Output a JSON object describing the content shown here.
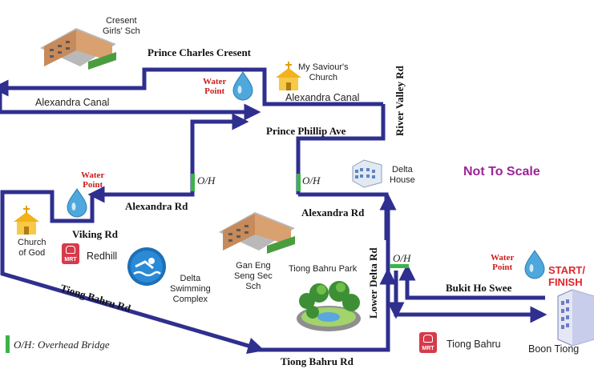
{
  "legend": {
    "note": "Not To Scale",
    "overhead_bridge": "O/H: Overhead Bridge",
    "overhead_marker_color": "#3cb34a"
  },
  "colors": {
    "route": "#2f2f8f",
    "water_text": "#cc1d1d",
    "start_text": "#e0262a",
    "not_to_scale": "#9b2596",
    "mrt": "#d63a4b"
  },
  "roads": {
    "prince_charles": "Prince Charles Cresent",
    "prince_phillip": "Prince Phillip Ave",
    "alexandra_rd_left": "Alexandra Rd",
    "alexandra_rd_right": "Alexandra Rd",
    "viking_rd": "Viking Rd",
    "tiong_bahru_rd_diag": "Tiong Bahru Rd",
    "tiong_bahru_rd_bottom": "Tiong Bahru Rd",
    "lower_delta_rd": "Lower Delta Rd",
    "river_valley_rd": "River Valley Rd",
    "bukit_ho_swee": "Bukit Ho Swee"
  },
  "canals": {
    "left": "Alexandra Canal",
    "right": "Alexandra Canal"
  },
  "overhead_labels": {
    "left": "O/H",
    "middle": "O/H",
    "right": "O/H"
  },
  "water_points": [
    {
      "line1": "Water",
      "line2": "Point"
    },
    {
      "line1": "Water",
      "line2": "Point"
    },
    {
      "line1": "Water",
      "line2": "Point"
    }
  ],
  "places": {
    "cresent_girls": {
      "line1": "Cresent",
      "line2": "Girls' Sch"
    },
    "my_saviours": {
      "line1": "My Saviour's",
      "line2": "Church"
    },
    "delta_house": {
      "line1": "Delta",
      "line2": "House"
    },
    "church_of_god": {
      "line1": "Church",
      "line2": "of God"
    },
    "redhill": "Redhill",
    "delta_swimming": {
      "line1": "Delta",
      "line2": "Swimming",
      "line3": "Complex"
    },
    "gan_eng_seng": {
      "line1": "Gan Eng",
      "line2": "Seng Sec",
      "line3": "Sch"
    },
    "tiong_bahru_park": "Tiong Bahru Park",
    "tiong_bahru_mrt": "Tiong Bahru",
    "boon_tiong": "Boon Tiong"
  },
  "start_finish": {
    "line1": "START/",
    "line2": "FINISH"
  },
  "mrt_badge": "MRT",
  "icons": [
    "school-building-icon",
    "church-icon",
    "water-drop-icon",
    "mrt-icon",
    "swimming-icon",
    "office-building-icon",
    "park-icon",
    "tower-block-icon"
  ]
}
